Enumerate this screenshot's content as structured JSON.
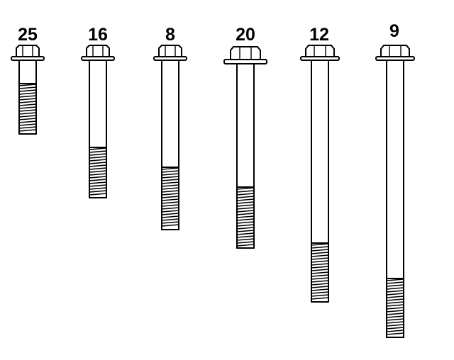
{
  "diagram": {
    "line_color": "#000000",
    "background_color": "#ffffff",
    "bolts": [
      {
        "label": "25",
        "icon": "flange-head-bolt-icon"
      },
      {
        "label": "16",
        "icon": "flange-head-bolt-icon"
      },
      {
        "label": "8",
        "icon": "flange-head-bolt-icon"
      },
      {
        "label": "20",
        "icon": "flange-head-bolt-icon"
      },
      {
        "label": "12",
        "icon": "flange-head-bolt-icon"
      },
      {
        "label": "9",
        "icon": "flange-head-bolt-icon"
      }
    ]
  }
}
